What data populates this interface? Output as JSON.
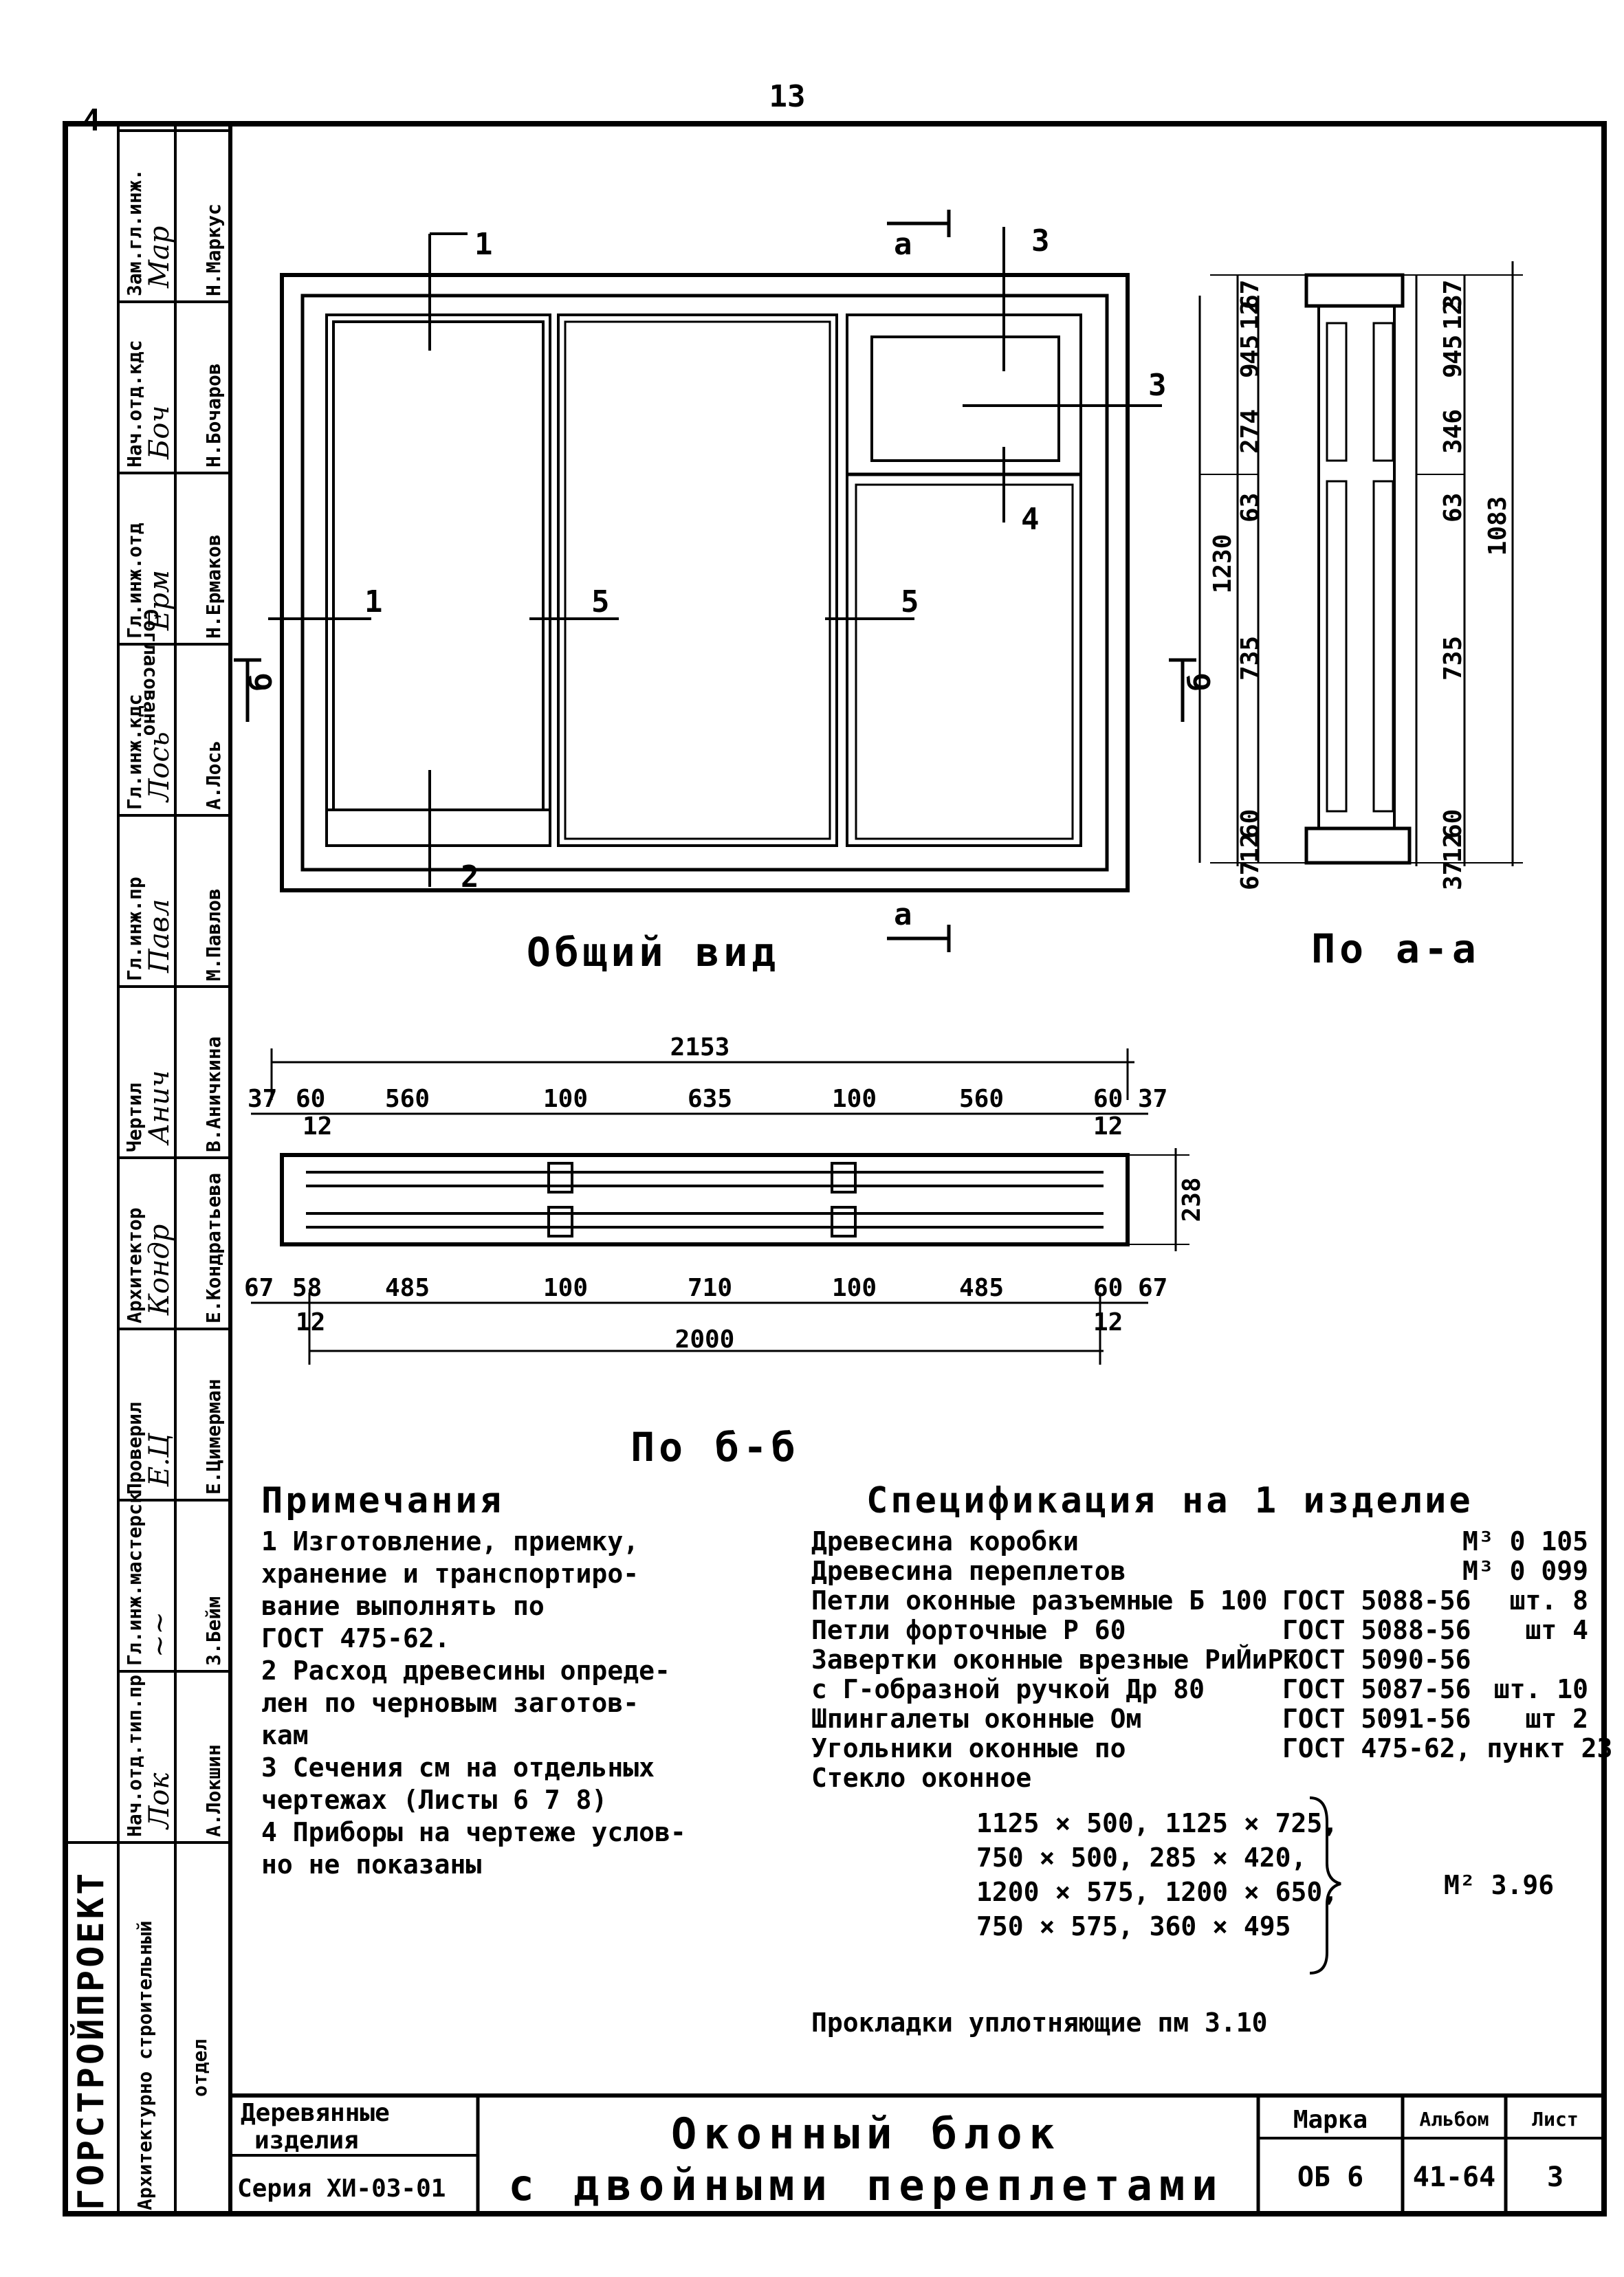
{
  "sheet": {
    "number": "13",
    "corner_mark": "4"
  },
  "side_stamp": {
    "org": "ГОРСТРОЙПРОЕКТ",
    "dept": [
      "Архитектурно строительный",
      "отдел"
    ],
    "columns": [
      {
        "role": "Нач.отд.тип.пр",
        "name": "А.Локшин"
      },
      {
        "role": "Гл.инж.мастерск",
        "name": "З.Бейм"
      },
      {
        "role": "Проверил",
        "name": "Е.Цимерман"
      },
      {
        "role": "Архитектор",
        "name": "Е.Кондратьева"
      },
      {
        "role": "Чертил",
        "name": "В.Аничкина"
      },
      {
        "role": "Гл.инж.пр",
        "name": "М.Павлов"
      },
      {
        "role": "Гл.инж.кдс",
        "name": "А.Лось"
      },
      {
        "role": "Гл.инж.отд",
        "name": "Н.Ермаков"
      },
      {
        "role": "Нач.отд.кдс",
        "name": "Н.Бочаров"
      },
      {
        "role": "Зам.гл.инж.",
        "name": "Н.Маркус"
      }
    ],
    "agreed": "Согласовано",
    "signatures": [
      "Лок",
      "~~",
      "Е.Ц",
      "Кондр",
      "Анич",
      "Павл",
      "Лось",
      "Ерм",
      "Боч",
      "Мар"
    ]
  },
  "general_view": {
    "caption": "Общий вид",
    "part_labels": [
      "1",
      "1",
      "2",
      "3",
      "3",
      "4",
      "5",
      "5"
    ],
    "section_marks": {
      "a_top": "а",
      "a_bottom": "а",
      "b_left": "б",
      "b_right": "б"
    }
  },
  "section_aa": {
    "caption": "По а-а",
    "dims_left": [
      "67",
      "12",
      "45",
      "9",
      "274",
      "63",
      "735",
      "60",
      "12",
      "67"
    ],
    "overall_left": "1230",
    "dims_right": [
      "37",
      "12",
      "45",
      "9",
      "346",
      "63",
      "735",
      "60",
      "12",
      "37"
    ],
    "overall_right": "1083"
  },
  "section_bb": {
    "caption": "По б-б",
    "overall_top": "2153",
    "dims_top": [
      "37",
      "60",
      "560",
      "100",
      "635",
      "100",
      "560",
      "60",
      "37"
    ],
    "small_top": [
      "12",
      "12"
    ],
    "height": "238",
    "dims_bottom": [
      "67",
      "58",
      "485",
      "100",
      "710",
      "100",
      "485",
      "60",
      "67"
    ],
    "small_bottom": [
      "12",
      "12"
    ],
    "overall_bottom": "2000"
  },
  "notes": {
    "title": "Примечания",
    "lines": [
      "1 Изготовление, приемку,",
      "  хранение и транспортиро-",
      "  вание выполнять по",
      "  ГОСТ 475-62.",
      "2 Расход древесины опреде-",
      "  лен по черновым заготов-",
      "  кам",
      "3 Сечения см на отдельных",
      "  чертежах (Листы 6 7 8)",
      "4 Приборы на чертеже услов-",
      "  но не показаны"
    ]
  },
  "spec": {
    "title": "Спецификация на 1 изделие",
    "rows": [
      {
        "name": "Древесина коробки",
        "ref": "",
        "qty": "М³ 0 105"
      },
      {
        "name": "Древесина переплетов",
        "ref": "",
        "qty": "М³ 0 099"
      },
      {
        "name": "Петли оконные разъемные Б 100",
        "ref": "ГОСТ 5088-56",
        "qty": "шт. 8"
      },
      {
        "name": "Петли форточные Р 60",
        "ref": "ГОСТ 5088-56",
        "qty": "шт 4"
      },
      {
        "name": "Завертки оконные врезные РиЙиРк",
        "ref": "ГОСТ 5090-56",
        "qty": ""
      },
      {
        "name": "с Г-образной ручкой Др 80",
        "ref": "ГОСТ 5087-56",
        "qty": "шт. 10"
      },
      {
        "name": "Шпингалеты оконные Ом",
        "ref": "ГОСТ 5091-56",
        "qty": "шт 2"
      },
      {
        "name": "Угольники оконные по",
        "ref": "ГОСТ 475-62, пункт 23",
        "qty": ""
      },
      {
        "name": "Стекло оконное",
        "ref": "",
        "qty": ""
      }
    ],
    "glass": [
      "1125 × 500,   1125 × 725,",
      "  750 × 500,    285 × 420,",
      "1200 × 575,   1200 × 650,",
      "  750 × 575,    360 × 495"
    ],
    "glass_qty": "М² 3.96",
    "last": "Прокладки уплотняющие пм 3.10"
  },
  "title_block": {
    "group": [
      "Деревянные",
      "изделия"
    ],
    "series": "Серия ХИ-03-01",
    "title": [
      "Оконный блок",
      "с двойными переплетами"
    ],
    "mark_head": "Марка",
    "mark": "ОБ 6",
    "album_head": "Альбом",
    "album": "41-64",
    "sheet_head": "Лист",
    "sheet": "3"
  },
  "colors": {
    "ink": "#000000",
    "paper": "#ffffff"
  }
}
